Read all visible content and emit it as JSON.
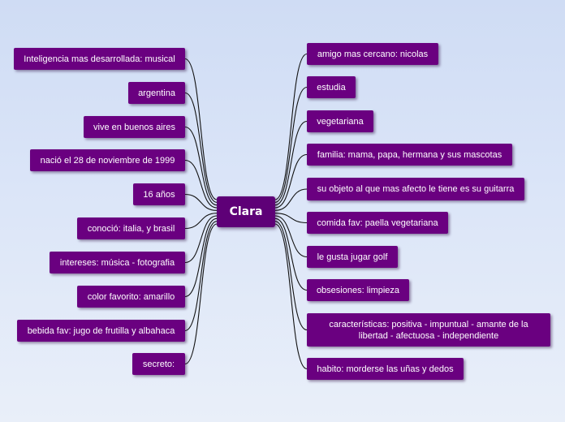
{
  "central_topic": "Clara",
  "left_topics": [
    "Inteligencia mas desarrollada: musical",
    "argentina",
    "vive en buenos aires",
    "nació el 28 de noviembre de 1999",
    "16 años",
    "conoció: italia, y brasil",
    "intereses: música - fotografia",
    "color favorito: amarillo",
    "bebida fav: jugo de frutilla y albahaca",
    "secreto:"
  ],
  "right_topics": [
    "amigo mas cercano: nicolas",
    "estudia",
    "vegetariana",
    "familia: mama, papa, hermana y sus mascotas",
    "su objeto al que mas afecto le tiene es su guitarra",
    "comida fav: paella vegetariana",
    "le gusta jugar golf",
    "obsesiones: limpieza",
    "características: positiva - impuntual - amante de la libertad - afectuosa - independiente",
    "habito: morderse las uñas y dedos"
  ],
  "colors": {
    "node_fill": "#6a0080",
    "node_text": "#ffffff",
    "connector": "#111111",
    "background": "#dbe5f8"
  }
}
